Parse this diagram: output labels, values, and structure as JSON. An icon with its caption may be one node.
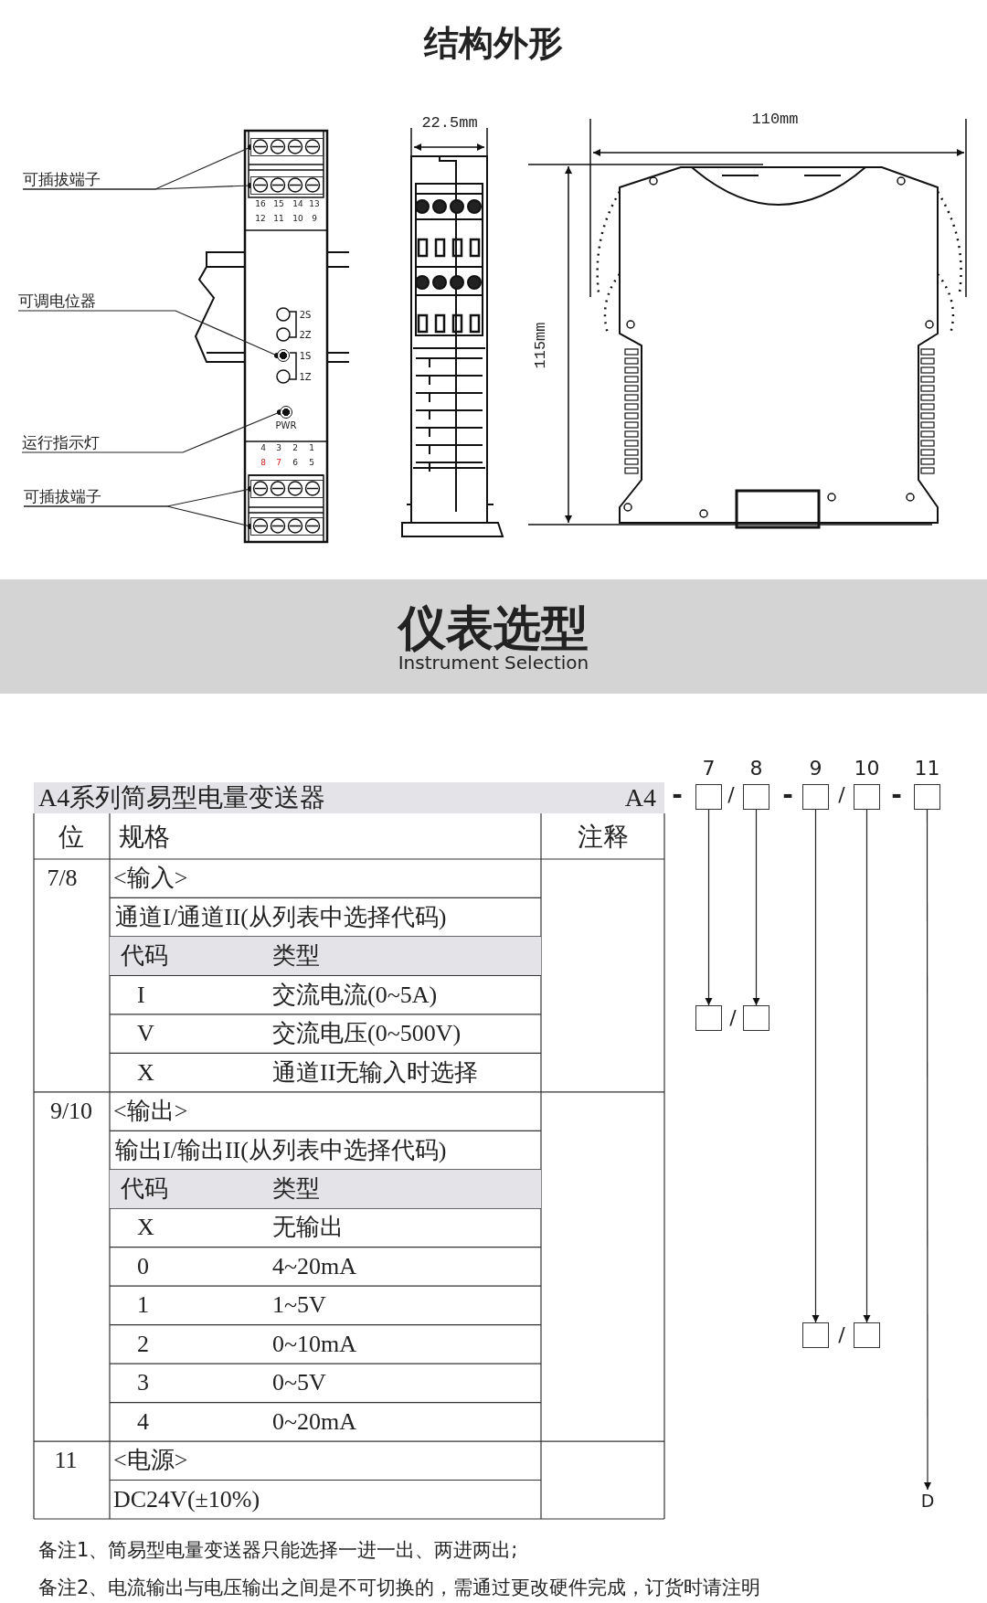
{
  "diagram": {
    "title": "结构外形",
    "nodes": [
      {
        "text": [
          "可插拔端子"
        ]
      },
      {
        "text": [],
        "shape": "box"
      },
      {
        "text": [],
        "shape": "box"
      },
      {
        "text": [
          "可调电位器"
        ]
      },
      {
        "text": [],
        "shape": "circle"
      },
      {
        "text": [
          "运行指示灯"
        ]
      },
      {
        "text": [],
        "shape": "circle"
      },
      {
        "text": [
          "可插拔端子"
        ]
      },
      {
        "text": [],
        "shape": "box"
      },
      {
        "text": [],
        "shape": "box"
      },
      {
        "text": [],
        "shape": "box",
        "beside": [
          "7"
        ]
      },
      {
        "text": [],
        "shape": "box",
        "beside": [
          "8"
        ]
      },
      {
        "text": [],
        "shape": "box",
        "beside": [
          "9"
        ]
      },
      {
        "text": [],
        "shape": "box",
        "beside": [
          "10"
        ]
      },
      {
        "text": [],
        "shape": "box",
        "beside": [
          "11"
        ]
      },
      {
        "text": [],
        "shape": "box"
      },
      {
        "text": [],
        "shape": "box"
      },
      {
        "text": [],
        "shape": "box"
      },
      {
        "text": [],
        "shape": "box"
      },
      {
        "text": [
          "D"
        ]
      }
    ],
    "edges": [
      {
        "from": 0,
        "to": 1,
        "arrow": "other"
      },
      {
        "from": 0,
        "to": 2,
        "arrow": "other"
      },
      {
        "from": 3,
        "to": 4,
        "arrow": "other"
      },
      {
        "from": 5,
        "to": 6,
        "arrow": "other"
      },
      {
        "from": 7,
        "to": 8,
        "arrow": "other"
      },
      {
        "from": 7,
        "to": 9,
        "arrow": "other"
      },
      {
        "from": 10,
        "to": 15,
        "arrow": "to"
      },
      {
        "from": 11,
        "to": 16,
        "arrow": "to"
      },
      {
        "from": 12,
        "to": 17,
        "arrow": "to"
      },
      {
        "from": 13,
        "to": 18,
        "arrow": "to"
      },
      {
        "from": 14,
        "to": 19,
        "arrow": "to"
      }
    ],
    "labels": [
      "16",
      "15",
      "14",
      "13",
      "12",
      "11",
      "10",
      "9",
      "2S",
      "2Z",
      "1S",
      "1Z",
      "PWR",
      "4",
      "3",
      "2",
      "1",
      "8",
      "7",
      "6",
      "5",
      "22.5mm",
      "115mm",
      "110mm",
      "仪表选型",
      "Instrument Selection",
      "A4系列简易型电量变送器",
      "A4",
      "-",
      "/",
      "-",
      "/",
      "-",
      "位",
      "规格",
      "注释",
      "7/8",
      "<输入>",
      "通道I/通道II(从列表中选择代码)",
      "代码",
      "类型",
      "I",
      "交流电流(0~5A)",
      "V",
      "交流电压(0~500V)",
      "X",
      "通道II无输入时选择",
      "/",
      "9/10",
      "<输出>",
      "输出I/输出II(从列表中选择代码)",
      "代码",
      "类型",
      "X",
      "无输出",
      "0",
      "4~20mA",
      "1",
      "1~5V",
      "2",
      "0~10mA",
      "/",
      "3",
      "0~5V",
      "4",
      "0~20mA",
      "11",
      "<电源>",
      "DC24V(±10%)",
      "备注1、简易型电量变送器只能选择一进一出、两进两出;",
      "备注2、电流输出与电压输出之间是不可切换的，需通过更改硬件完成，订货时请注明"
    ]
  }
}
